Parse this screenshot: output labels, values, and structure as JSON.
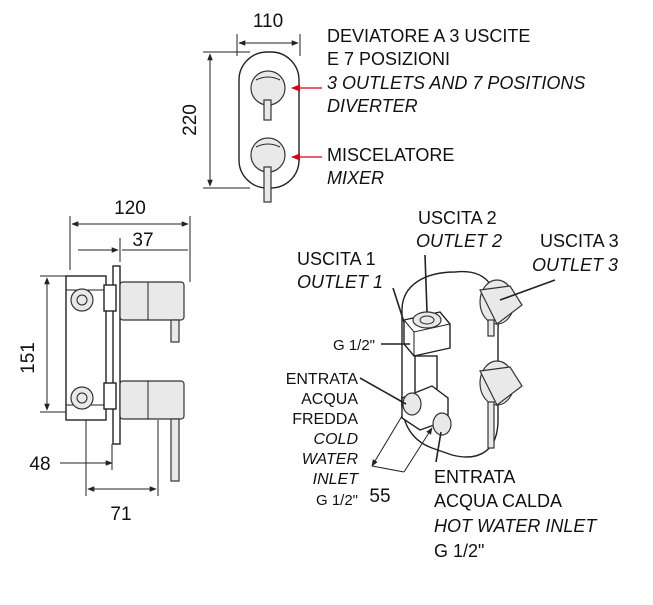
{
  "colors": {
    "ink": "#111111",
    "arrow": "#d6001c",
    "chrome": "#e9e9e9"
  },
  "front_view": {
    "dimensions": {
      "width": "110",
      "height": "220"
    },
    "diverter_label": {
      "it_line1": "DEVIATORE A 3 USCITE",
      "it_line2": "E 7 POSIZIONI",
      "en_line1": "3 OUTLETS AND 7 POSITIONS",
      "en_line2": "DIVERTER"
    },
    "mixer_label": {
      "it": "MISCELATORE",
      "en": "MIXER"
    }
  },
  "side_view": {
    "dimensions": {
      "depth_total": "120",
      "plate_to_front": "37",
      "height": "151",
      "offset": "48",
      "body_depth": "71"
    }
  },
  "iso_view": {
    "outlet_1": {
      "it": "USCITA 1",
      "en": "OUTLET 1"
    },
    "outlet_2": {
      "it": "USCITA 2",
      "en": "OUTLET 2"
    },
    "outlet_3": {
      "it": "USCITA 3",
      "en": "OUTLET 3"
    },
    "thread_outlet": "G 1/2\"",
    "cold_inlet": {
      "it_line1": "ENTRATA",
      "it_line2": "ACQUA",
      "it_line3": "FREDDA",
      "en_line1": "COLD",
      "en_line2": "WATER",
      "en_line3": "INLET",
      "thread": "G 1/2\""
    },
    "hot_inlet": {
      "it_line1": "ENTRATA",
      "it_line2": "ACQUA CALDA",
      "en": "HOT WATER INLET",
      "thread": "G 1/2\""
    },
    "dimension": "55"
  }
}
